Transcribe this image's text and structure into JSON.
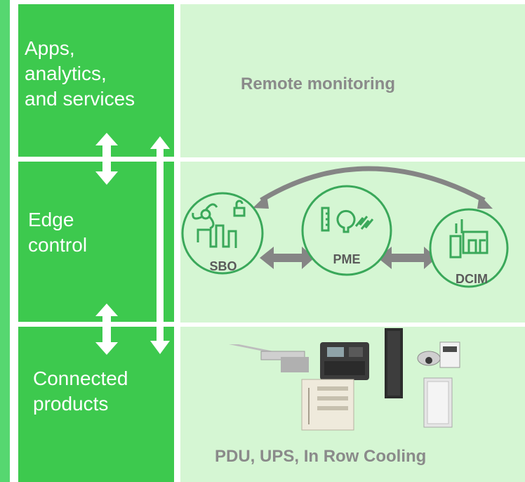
{
  "layers": [
    {
      "id": "apps",
      "label": "Apps,\nanalytics,\nand services",
      "content": "Remote monitoring"
    },
    {
      "id": "edge",
      "label": "Edge\ncontrol"
    },
    {
      "id": "products",
      "label": "Connected\nproducts",
      "content": "PDU, UPS, In Row Cooling"
    }
  ],
  "edge_nodes": [
    {
      "id": "sbo",
      "label": "SBO"
    },
    {
      "id": "pme",
      "label": "PME"
    },
    {
      "id": "dcim",
      "label": "DCIM"
    }
  ],
  "colors": {
    "layer_green": "#3dc94e",
    "panel_bg": "#d5f6d3",
    "accent_green": "#3aa85a",
    "arrow_grey": "#858585",
    "text_grey": "#8a8a8a"
  }
}
